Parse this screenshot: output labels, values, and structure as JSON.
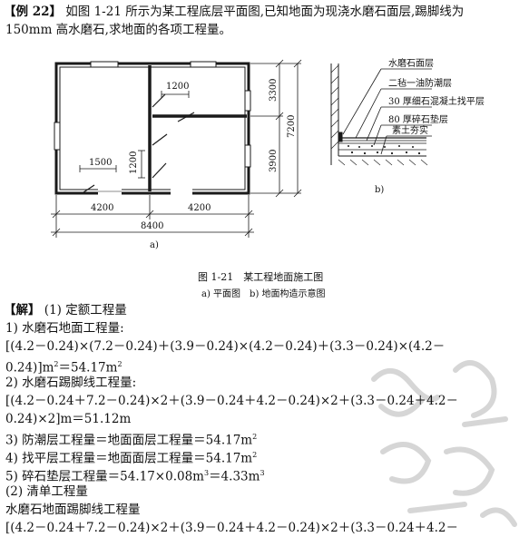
{
  "example": {
    "tag": "【例 22】",
    "line1": "如图 1-21 所示为某工程底层平面图,已知地面为现浇水磨石面层,踢脚线为",
    "line2": "150mm 高水磨石,求地面的各项工程量。"
  },
  "figure": {
    "plan": {
      "dim_1200_top": "1200",
      "dim_1500": "1500",
      "dim_1200_side": "1200",
      "dim_3300": "3300",
      "dim_3900": "3900",
      "dim_7200": "7200",
      "dim_4200_left": "4200",
      "dim_4200_right": "4200",
      "dim_8400": "8400",
      "sub_a": "a)"
    },
    "section": {
      "layers": [
        "水磨石面层",
        "二毡一油防潮层",
        "30 厚细石混凝土找平层",
        "80 厚碎石垫层",
        "素土夯实"
      ],
      "sub_b": "b)"
    },
    "caption": "图 1-21　某工程地面施工图",
    "subcaption": "a) 平面图　b) 地面构造示意图"
  },
  "solution": {
    "tag": "【解】",
    "part1_title": "(1) 定额工程量",
    "item1_title": "1) 水磨石地面工程量:",
    "item1_f1": "[(4.2－0.24)×(7.2－0.24)＋(3.9－0.24)×(4.2－0.24)＋(3.3－0.24)×(4.2－",
    "item1_f2a": "0.24)]m",
    "item1_f2b": "＝54.17m",
    "item2_title": "2) 水磨石踢脚线工程量:",
    "item2_f1": "[(4.2－0.24＋7.2－0.24)×2＋(3.9－0.24＋4.2－0.24)×2＋(3.3－0.24＋4.2－",
    "item2_f2": "0.24)×2]m＝51.12m",
    "item3": "3) 防潮层工程量＝地面面层工程量＝54.17m",
    "item4": "4) 找平层工程量＝地面面层工程量＝54.17m",
    "item5a": "5) 碎石垫层工程量＝54.17×0.08m",
    "item5b": "＝4.33m",
    "part2_title": "(2) 清单工程量",
    "part2_sub": "水磨石地面踢脚线工程量",
    "part2_f1": "[(4.2－0.24＋7.2－0.24)×2＋(3.9－0.24＋4.2－0.24)×2＋(3.3－0.24＋4.2－",
    "sup2": "2",
    "sup3": "3"
  },
  "colors": {
    "text": "#111111",
    "line": "#1a1a1a",
    "watermark": "#d6d6d6"
  }
}
